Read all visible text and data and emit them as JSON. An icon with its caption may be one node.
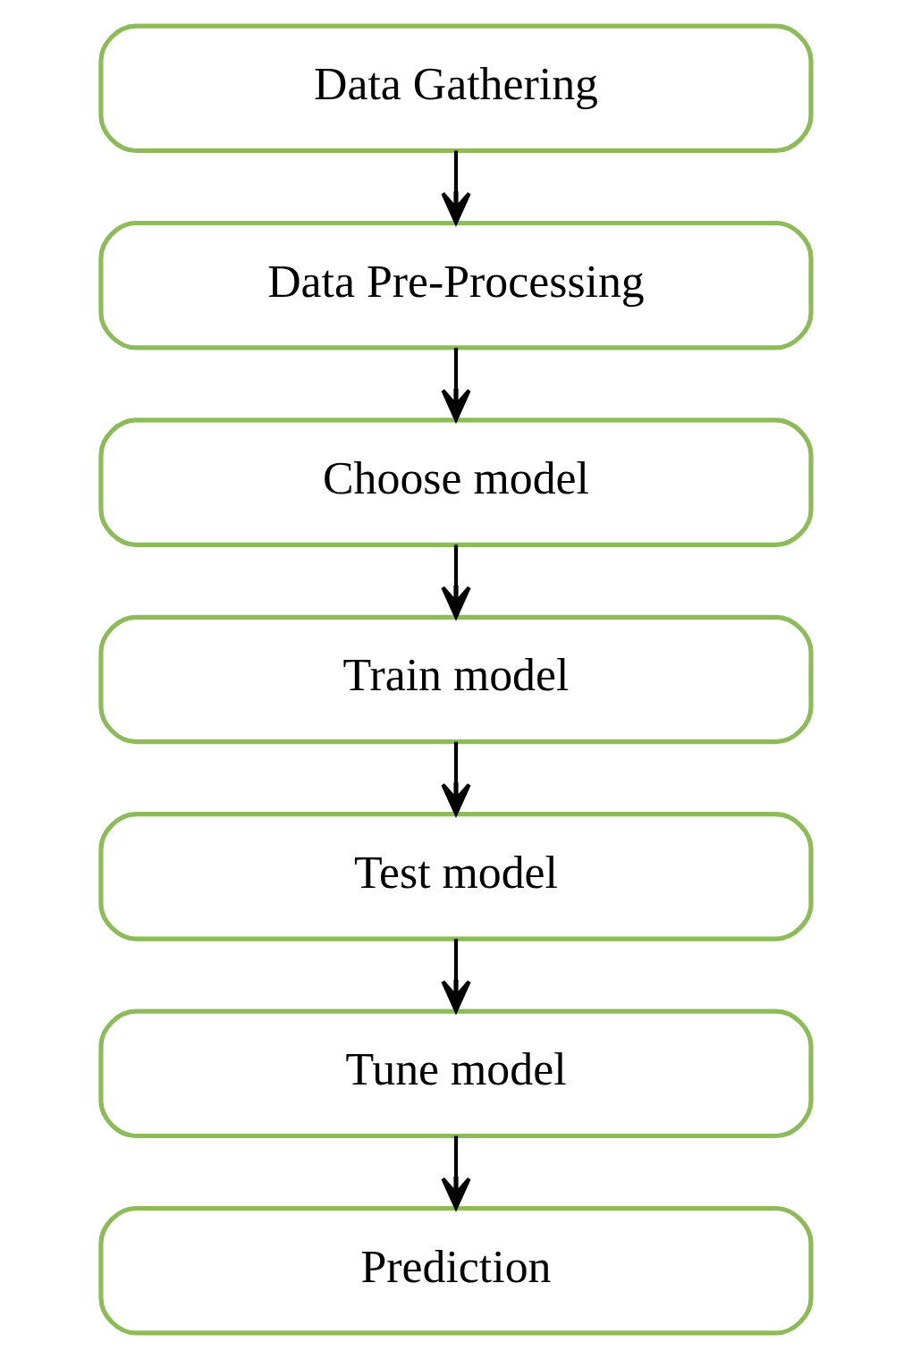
{
  "diagram": {
    "nodes": [
      {
        "text": [
          "Data Gathering"
        ]
      },
      {
        "text": [
          "Data Pre-Processing"
        ]
      },
      {
        "text": [
          "Choose model"
        ]
      },
      {
        "text": [
          "Train model"
        ]
      },
      {
        "text": [
          "Test model"
        ]
      },
      {
        "text": [
          "Tune model"
        ]
      },
      {
        "text": [
          "Prediction"
        ]
      }
    ],
    "edges": [
      {
        "from": 0,
        "to": 1,
        "arrow": "to"
      },
      {
        "from": 1,
        "to": 2,
        "arrow": "to"
      },
      {
        "from": 2,
        "to": 3,
        "arrow": "to"
      },
      {
        "from": 3,
        "to": 4,
        "arrow": "to"
      },
      {
        "from": 4,
        "to": 5,
        "arrow": "to"
      },
      {
        "from": 5,
        "to": 6,
        "arrow": "to"
      }
    ]
  }
}
